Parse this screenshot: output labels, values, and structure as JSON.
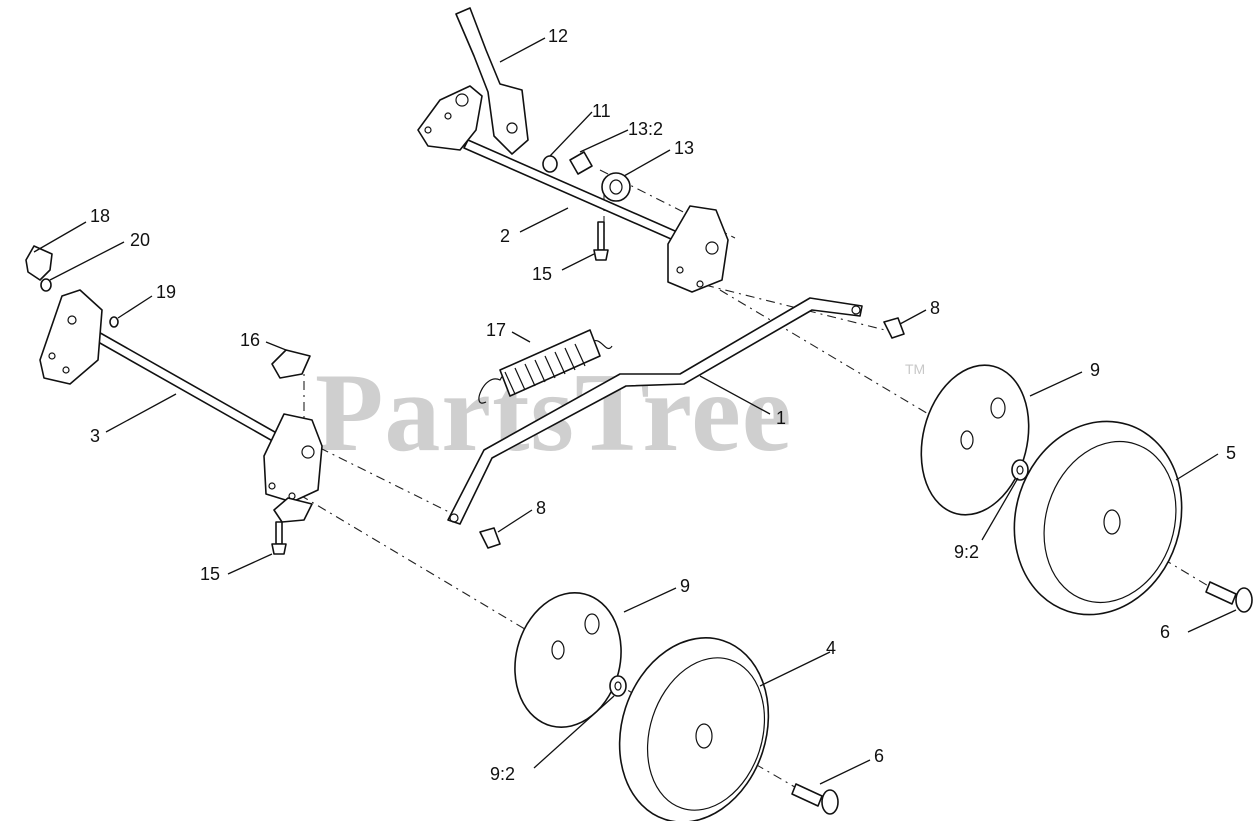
{
  "watermark": {
    "text": "PartsTree",
    "tm": "TM"
  },
  "callouts": [
    {
      "id": "c-12",
      "label": "12"
    },
    {
      "id": "c-11",
      "label": "11"
    },
    {
      "id": "c-13-2",
      "label": "13:2"
    },
    {
      "id": "c-13",
      "label": "13"
    },
    {
      "id": "c-2",
      "label": "2"
    },
    {
      "id": "c-15a",
      "label": "15"
    },
    {
      "id": "c-18",
      "label": "18"
    },
    {
      "id": "c-20",
      "label": "20"
    },
    {
      "id": "c-19",
      "label": "19"
    },
    {
      "id": "c-16",
      "label": "16"
    },
    {
      "id": "c-17",
      "label": "17"
    },
    {
      "id": "c-8a",
      "label": "8"
    },
    {
      "id": "c-1",
      "label": "1"
    },
    {
      "id": "c-9a",
      "label": "9"
    },
    {
      "id": "c-5",
      "label": "5"
    },
    {
      "id": "c-3",
      "label": "3"
    },
    {
      "id": "c-8b",
      "label": "8"
    },
    {
      "id": "c-9-2a",
      "label": "9:2"
    },
    {
      "id": "c-15b",
      "label": "15"
    },
    {
      "id": "c-6a",
      "label": "6"
    },
    {
      "id": "c-9b",
      "label": "9"
    },
    {
      "id": "c-4",
      "label": "4"
    },
    {
      "id": "c-9-2b",
      "label": "9:2"
    },
    {
      "id": "c-6b",
      "label": "6"
    }
  ]
}
